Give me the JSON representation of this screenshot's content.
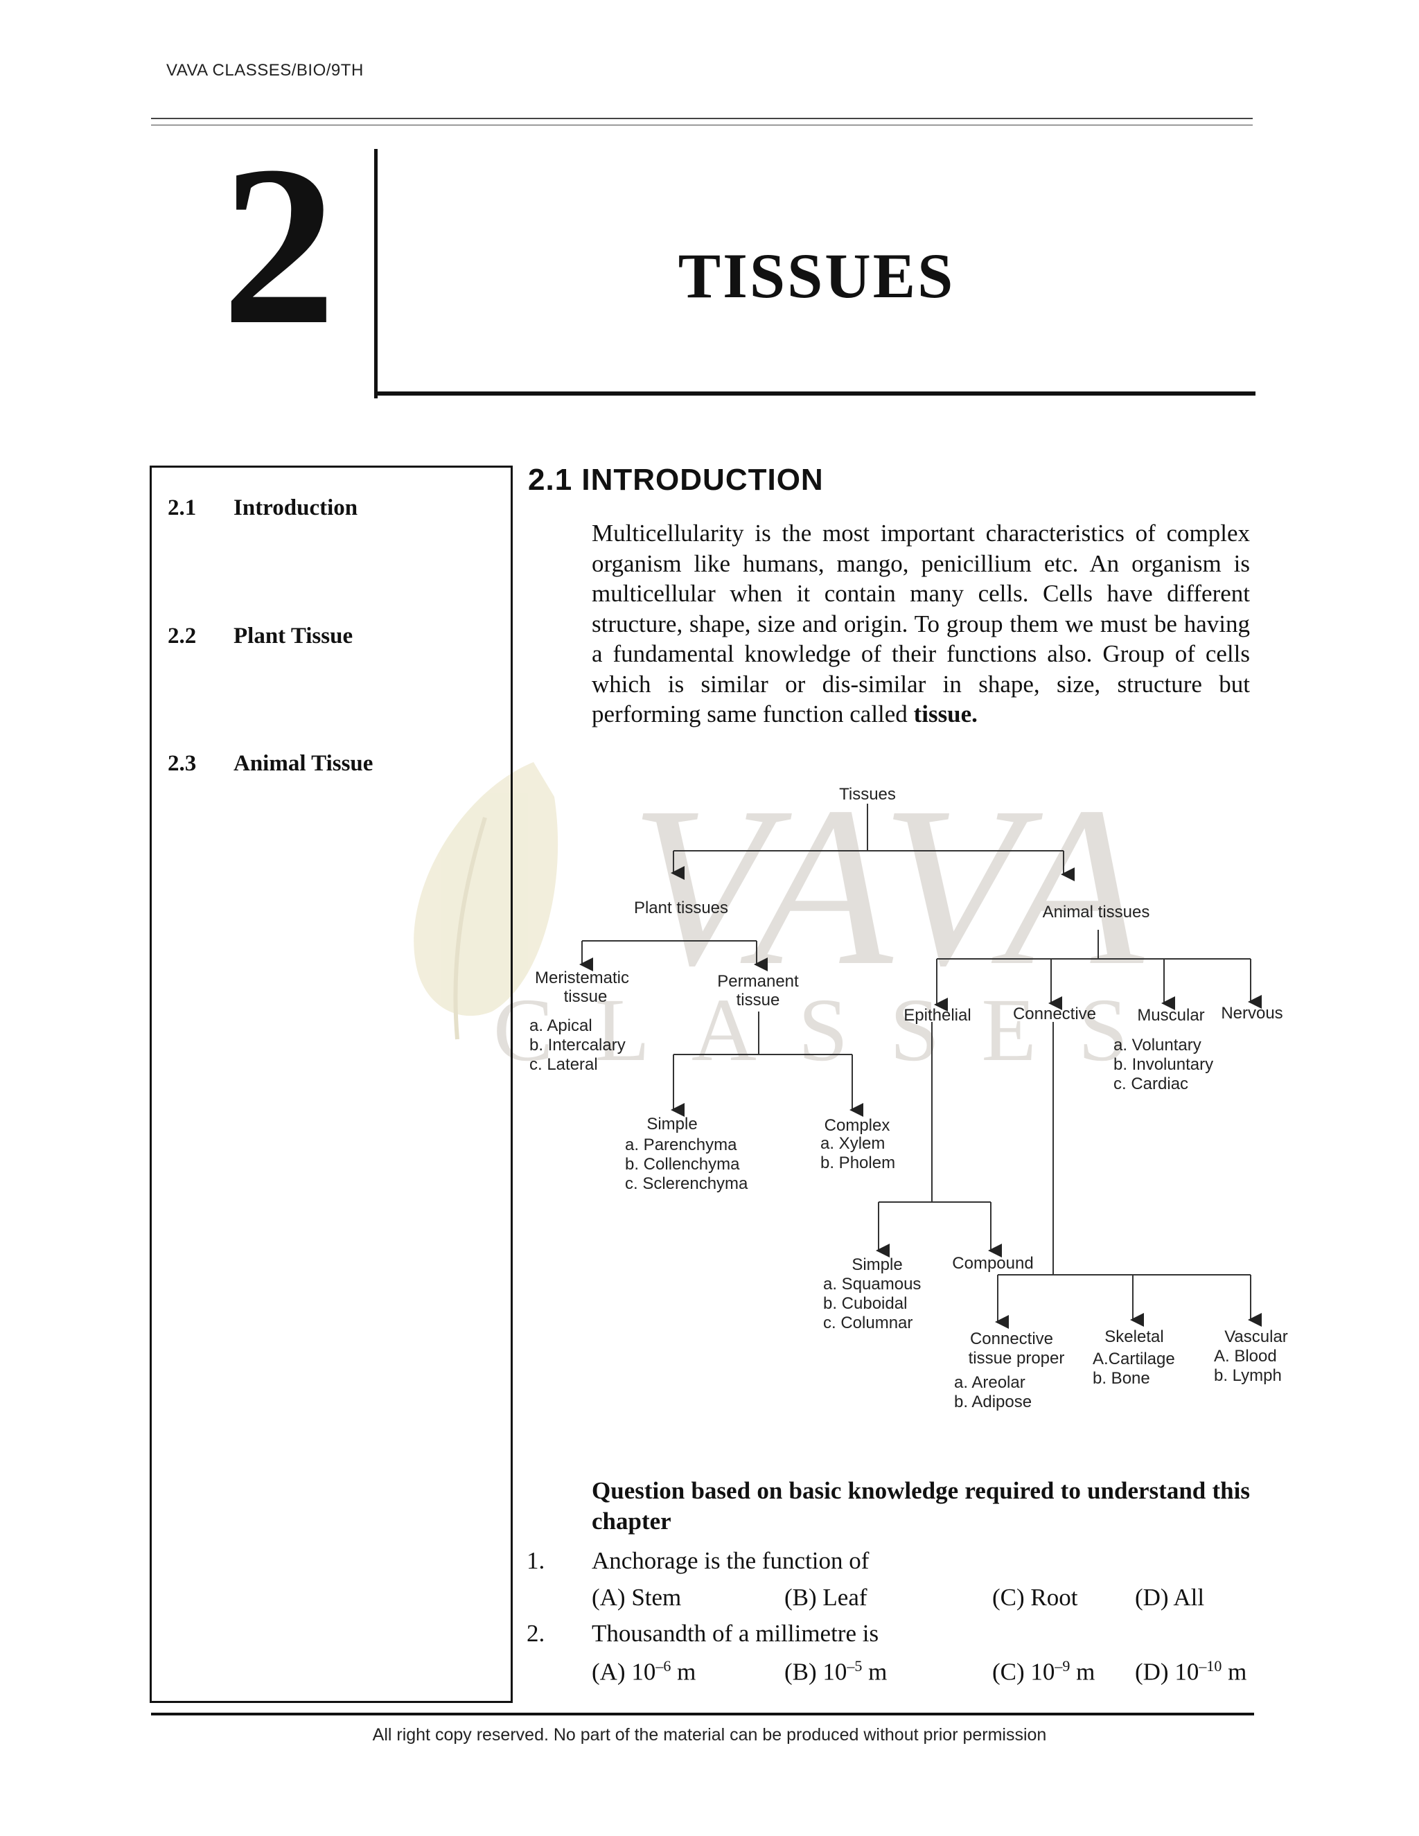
{
  "header": {
    "text": "VAVA CLASSES/BIO/9TH"
  },
  "chapter": {
    "number": "2",
    "title": "TISSUES"
  },
  "toc": {
    "items": [
      {
        "num": "2.1",
        "label": "Introduction"
      },
      {
        "num": "2.2",
        "label": "Plant  Tissue"
      },
      {
        "num": "2.3",
        "label": "Animal  Tissue"
      }
    ]
  },
  "section": {
    "title": "2.1  INTRODUCTION",
    "intro": "Multicellularity is the most important characteristics of complex organism like humans, mango, penicillium etc. An organism is multicellular when it contain many cells. Cells have different structure, shape, size and origin. To group them we must be having a fundamental knowledge of their functions also. Group of cells which is similar or dis-similar in shape, size, structure but performing same function called",
    "intro_bold": "tissue."
  },
  "watermark": {
    "big": "VAVA",
    "small": "CLASSES"
  },
  "diagram": {
    "root": "Tissues",
    "plant": "Plant tissues",
    "animal": "Animal tissues",
    "meristematic_1": "Meristematic",
    "meristematic_2": "tissue",
    "meristematic_items": [
      "a. Apical",
      "b. Intercalary",
      "c. Lateral"
    ],
    "permanent_1": "Permanent",
    "permanent_2": "tissue",
    "simple": "Simple",
    "simple_items": [
      "a. Parenchyma",
      "b. Collenchyma",
      "c. Sclerenchyma"
    ],
    "complex": "Complex",
    "complex_items": [
      "a. Xylem",
      "b. Pholem"
    ],
    "epithelial": "Epithelial",
    "connective": "Connective",
    "muscular": "Muscular",
    "nervous": "Nervous",
    "muscular_items": [
      "a. Voluntary",
      "b. Involuntary",
      "c. Cardiac"
    ],
    "epi_simple": "Simple",
    "epi_simple_items": [
      "a. Squamous",
      "b. Cuboidal",
      "c. Columnar"
    ],
    "epi_compound": "Compound",
    "ctp_1": "Connective",
    "ctp_2": "tissue proper",
    "ctp_items": [
      "a. Areolar",
      "b. Adipose"
    ],
    "skeletal": "Skeletal",
    "skeletal_items": [
      "A.Cartilage",
      "b. Bone"
    ],
    "vascular": "Vascular",
    "vascular_items": [
      "A. Blood",
      "b. Lymph"
    ]
  },
  "questions": {
    "heading": "Question based on basic knowledge required to understand this chapter",
    "q1": {
      "num": "1.",
      "text": "Anchorage is the function of",
      "options": [
        "(A)  Stem",
        "(B)   Leaf",
        "(C)   Root",
        "(D) All"
      ]
    },
    "q2": {
      "num": "2.",
      "text": "Thousandth of a millimetre is",
      "options": [
        {
          "label": "(A)  10",
          "exp": "–6",
          "unit": " m"
        },
        {
          "label": "(B)   10",
          "exp": "–5",
          "unit": " m"
        },
        {
          "label": "(C)   10",
          "exp": "–9",
          "unit": " m"
        },
        {
          "label": "(D) 10",
          "exp": "–10",
          "unit": " m"
        }
      ]
    }
  },
  "footer": {
    "text": "All right copy reserved. No part of the material can be produced without prior permission"
  }
}
